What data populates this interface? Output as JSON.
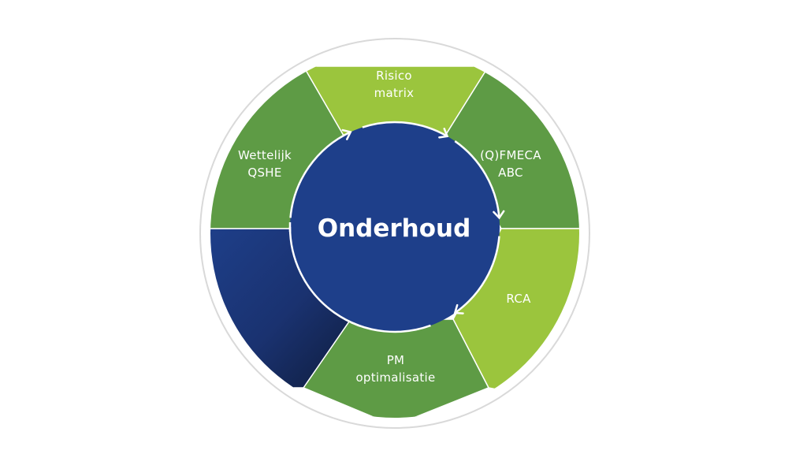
{
  "center": {
    "label": "Onderhoud"
  },
  "segments": [
    {
      "id": "risico",
      "lines": [
        "Risico",
        "matrix"
      ],
      "color": "#9bc53d"
    },
    {
      "id": "qfmeca",
      "lines": [
        "(Q)FMECA",
        "ABC"
      ],
      "color": "#5e9b45"
    },
    {
      "id": "rca",
      "lines": [
        "RCA"
      ],
      "color": "#9bc53d"
    },
    {
      "id": "pm",
      "lines": [
        "PM",
        "optimalisatie"
      ],
      "color": "#5e9b45"
    },
    {
      "id": "blank",
      "lines": [],
      "color": "#1e3f8a"
    },
    {
      "id": "wettelijk",
      "lines": [
        "Wettelijk",
        "QSHE"
      ],
      "color": "#5e9b45"
    }
  ],
  "colors": {
    "hub": "#1e3f8a",
    "ring_border": "#d9d9d9",
    "outline": "#ffffff",
    "arrow": "#ffffff"
  }
}
